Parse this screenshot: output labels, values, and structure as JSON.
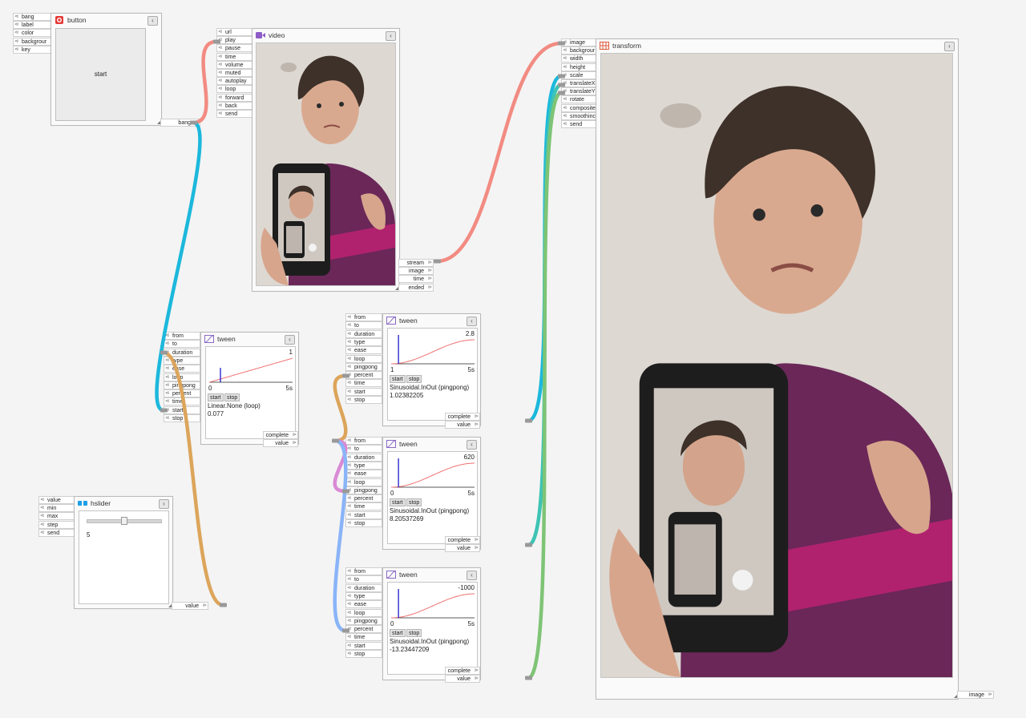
{
  "button_node": {
    "title": "button",
    "inputs": [
      "bang",
      "label",
      "color",
      "backgrour",
      "key"
    ],
    "button_label": "start",
    "outputs": [
      "bang"
    ]
  },
  "video_node": {
    "title": "video",
    "inputs": [
      "url",
      "play",
      "pause",
      "time",
      "volume",
      "muted",
      "autoplay",
      "loop",
      "forward",
      "back",
      "send"
    ],
    "outputs": [
      "stream",
      "image",
      "time",
      "ended"
    ]
  },
  "transform_node": {
    "title": "transform",
    "inputs": [
      "image",
      "backgrour",
      "width",
      "height",
      "scale",
      "translateX",
      "translateY",
      "rotate",
      "composite",
      "smoothinc",
      "send"
    ],
    "outputs": [
      "image"
    ]
  },
  "tween_ports_in": [
    "from",
    "to",
    "duration",
    "type",
    "ease",
    "loop",
    "pingpong",
    "percent",
    "time",
    "start",
    "stop"
  ],
  "tween_ports_out": [
    "complete",
    "value"
  ],
  "tweens": [
    {
      "id": "t1",
      "title": "tween",
      "max_label": "1",
      "min_label": "0",
      "dur_label": "5s",
      "start_label": "start",
      "stop_label": "stop",
      "easing": "Linear.None (loop)",
      "value": "0.077",
      "curve": "linear",
      "progress": 0.077
    },
    {
      "id": "t2",
      "title": "tween",
      "max_label": "2.8",
      "min_label": "1",
      "dur_label": "5s",
      "start_label": "start",
      "stop_label": "stop",
      "easing": "Sinusoidal.InOut (pingpong)",
      "value": "1.02382205",
      "curve": "sine",
      "progress": 0.03
    },
    {
      "id": "t3",
      "title": "tween",
      "max_label": "620",
      "min_label": "0",
      "dur_label": "5s",
      "start_label": "start",
      "stop_label": "stop",
      "easing": "Sinusoidal.InOut (pingpong)",
      "value": "8.20537269",
      "curve": "sine",
      "progress": 0.03
    },
    {
      "id": "t4",
      "title": "tween",
      "max_label": "-1000",
      "min_label": "0",
      "dur_label": "5s",
      "start_label": "start",
      "stop_label": "stop",
      "easing": "Sinusoidal.InOut (pingpong)",
      "value": "-13.23447209",
      "curve": "sine",
      "progress": 0.03
    }
  ],
  "hslider_node": {
    "title": "hslider",
    "inputs": [
      "value",
      "min",
      "max",
      "step",
      "send"
    ],
    "value": "5",
    "slider_fraction": 0.5,
    "outputs": [
      "value"
    ]
  },
  "colors": {
    "wire_red": "#f28b82",
    "wire_cyan": "#1cb8dc",
    "wire_orange": "#dca55b",
    "wire_pink": "#d98ad5",
    "wire_blue": "#8ab4f8",
    "wire_green": "#7ec476",
    "wire_teal": "#3ec3b4",
    "graph_red": "#f07070",
    "graph_blue": "#1a1acc",
    "button_icon": "#e53935",
    "video_icon": "#8e5cc7",
    "hslider_icon": "#1ea0e6"
  },
  "icons": {
    "button": "record-icon",
    "video": "video-camera-icon",
    "tween": "tween-curve-icon",
    "hslider": "slider-icon",
    "transform": "transform-grid-icon"
  }
}
